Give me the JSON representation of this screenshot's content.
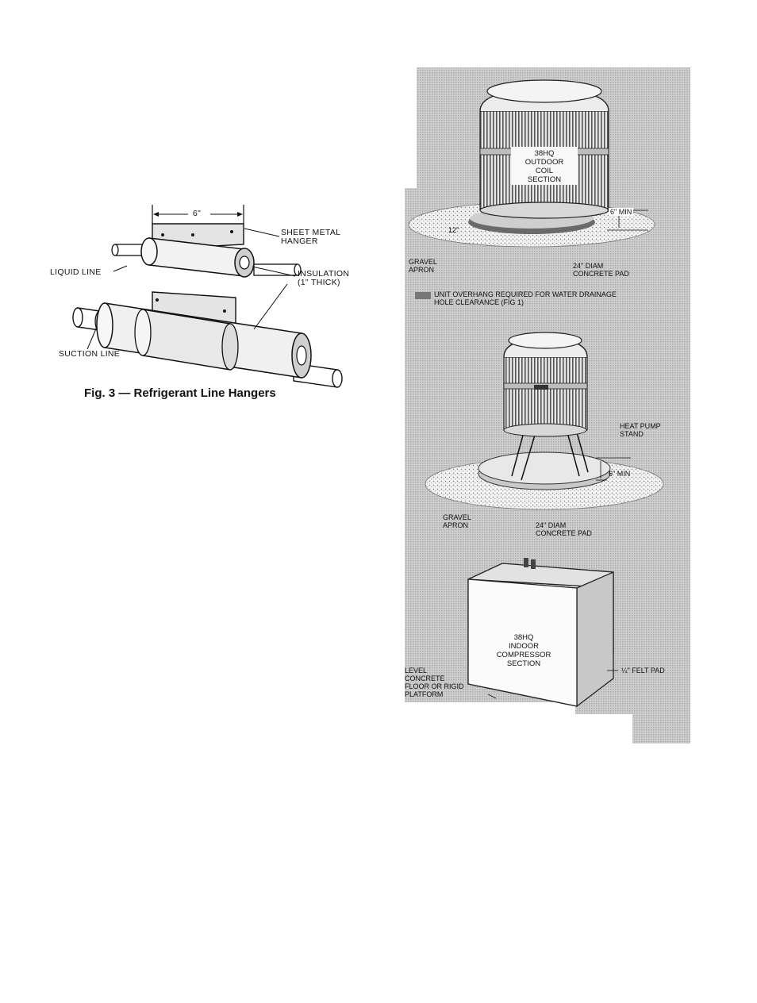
{
  "fig3": {
    "dimension": "6\"",
    "sheet_metal_hanger": "SHEET METAL\nHANGER",
    "liquid_line": "LIQUID LINE",
    "insulation": "INSULATION\n(1\" THICK)",
    "suction_line": "SUCTION LINE",
    "caption": "Fig. 3 — Refrigerant Line Hangers"
  },
  "right_figure": {
    "outdoor_unit": "38HQ\nOUTDOOR\nCOIL\nSECTION",
    "six_min_top": "6\" MIN",
    "twelve": "12\"",
    "gravel_apron_top": "GRAVEL\nAPRON",
    "concrete_pad_top": "24\" DIAM\nCONCRETE PAD",
    "overhang_note": "UNIT OVERHANG REQUIRED FOR WATER DRAINAGE\nHOLE CLEARANCE (FIG 1)",
    "heat_pump_stand": "HEAT PUMP\nSTAND",
    "six_min_mid": "6\" MIN",
    "gravel_apron_mid": "GRAVEL\nAPRON",
    "concrete_pad_mid": "24\" DIAM\nCONCRETE PAD",
    "indoor_unit": "38HQ\nINDOOR\nCOMPRESSOR\nSECTION",
    "felt_pad": "¼\" FELT PAD",
    "level_floor": "LEVEL\nCONCRETE\nFLOOR OR RIGID\nPLATFORM"
  }
}
